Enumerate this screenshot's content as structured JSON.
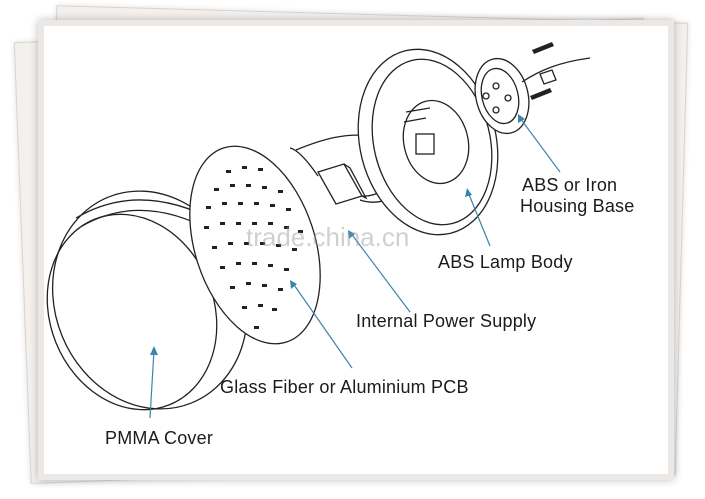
{
  "labels": {
    "abs_or_iron": "ABS or Iron",
    "housing_base": "Housing Base",
    "abs_lamp_body": "ABS Lamp Body",
    "internal_power_supply": "Internal Power Supply",
    "pcb": "Glass Fiber or Aluminium PCB",
    "pmma_cover": "PMMA Cover"
  },
  "watermark": "trade.china.cn",
  "colors": {
    "leader_line": "#3b86a8",
    "drawing_line": "#222222",
    "frame": "#ece8e5"
  }
}
